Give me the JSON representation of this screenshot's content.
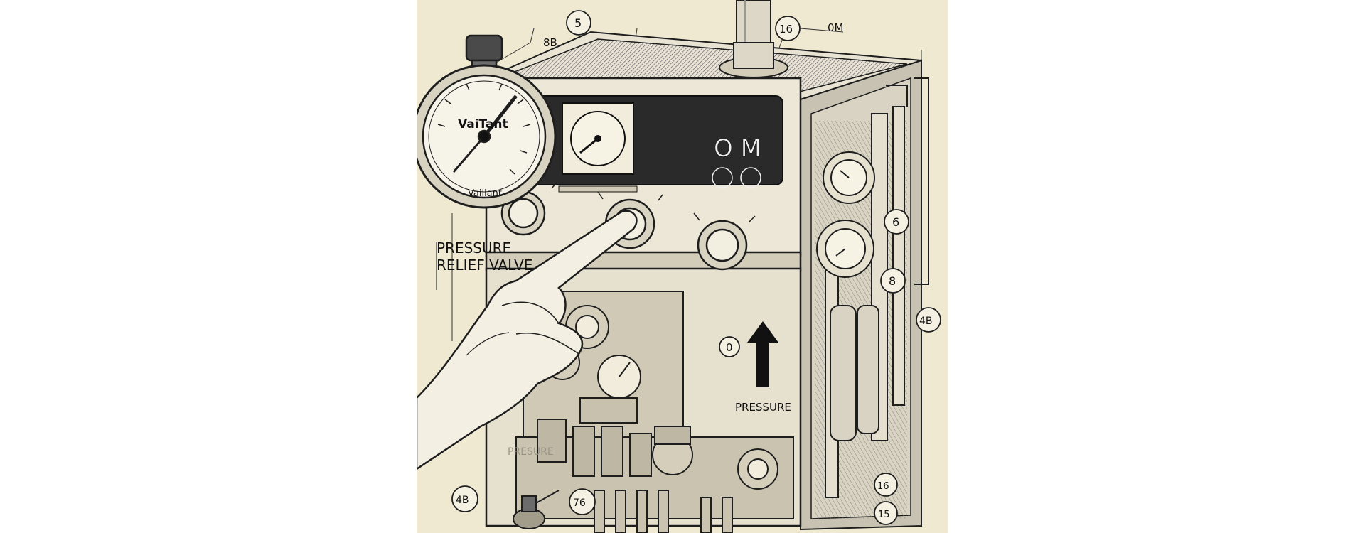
{
  "gauge": {
    "brand_top": "VaiTant",
    "brand_bottom": "Vaillant"
  },
  "labels": {
    "side_title_line1": "PRESSURE",
    "side_title_line2": "RELIEF VALVE",
    "front_label": "PRESSURE",
    "faded_label": "PRESURE",
    "panel_letters": "O M"
  },
  "callouts": {
    "c_88": "8B",
    "c_5": "5",
    "c_16_top": "16",
    "c_0m": "0M",
    "c_6_upper": "6",
    "c_8": "8",
    "c_48_right": "4B",
    "c_0": "0",
    "c_48_left": "4B",
    "c_76": "76",
    "c_16_bottom": "16",
    "c_15": "15"
  },
  "colors": {
    "paper": "#efe9d2",
    "ink": "#1e1e1e",
    "metal_light": "#e8e3d3",
    "roof": "#8a8096"
  }
}
